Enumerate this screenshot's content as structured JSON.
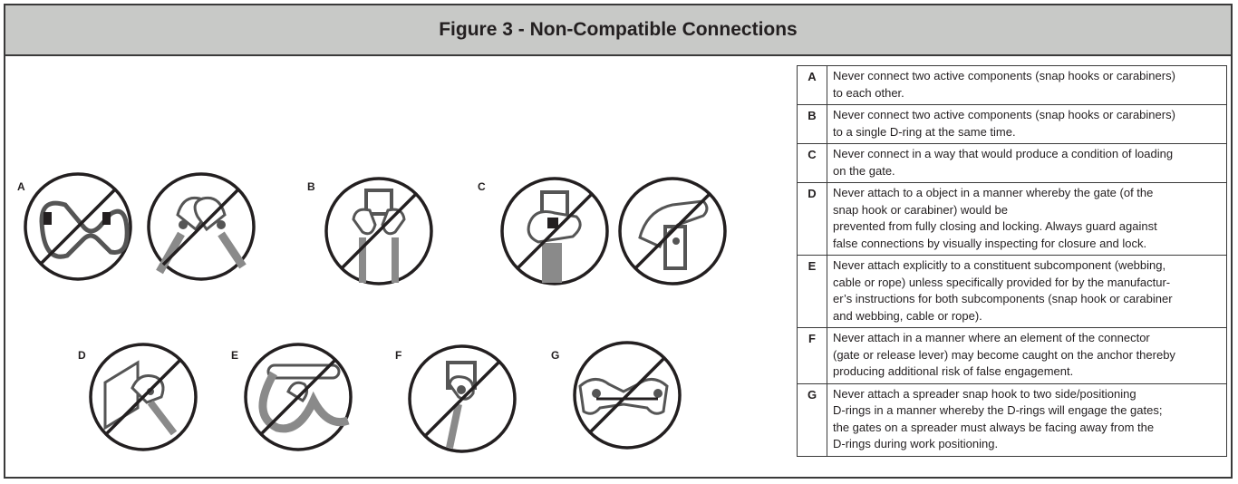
{
  "figure": {
    "title": "Figure 3 - Non-Compatible Connections"
  },
  "illustration_labels": [
    "A",
    "B",
    "C",
    "D",
    "E",
    "F",
    "G"
  ],
  "rules": [
    {
      "key": "A",
      "text": "Never connect two active components (snap hooks or carabiners)\nto each other."
    },
    {
      "key": "B",
      "text": "Never connect two active components (snap hooks or carabiners)\nto a single D-ring at the same time."
    },
    {
      "key": "C",
      "text": "Never connect in a way that would produce a condition of loading\non the gate."
    },
    {
      "key": "D",
      "text": "Never attach to a object in a manner whereby the gate (of the\nsnap hook or carabiner) would be\nprevented from fully closing and locking. Always guard against\nfalse connections by visually inspecting for closure and lock."
    },
    {
      "key": "E",
      "text": "Never attach explicitly to a constituent subcomponent (webbing,\ncable or rope) unless specifically provided for by the manufactur-\ner’s instructions for both subcomponents (snap hook or carabiner\nand webbing, cable or rope)."
    },
    {
      "key": "F",
      "text": "Never attach in a manner where an element of the connector\n(gate or release lever) may become caught on the anchor thereby\nproducing additional risk of false engagement."
    },
    {
      "key": "G",
      "text": "Never attach a spreader snap hook to two side/positioning\nD-rings in a manner whereby the D-rings will engage the gates;\nthe gates on a spreader must always be facing away from the\nD-rings during work positioning."
    }
  ]
}
